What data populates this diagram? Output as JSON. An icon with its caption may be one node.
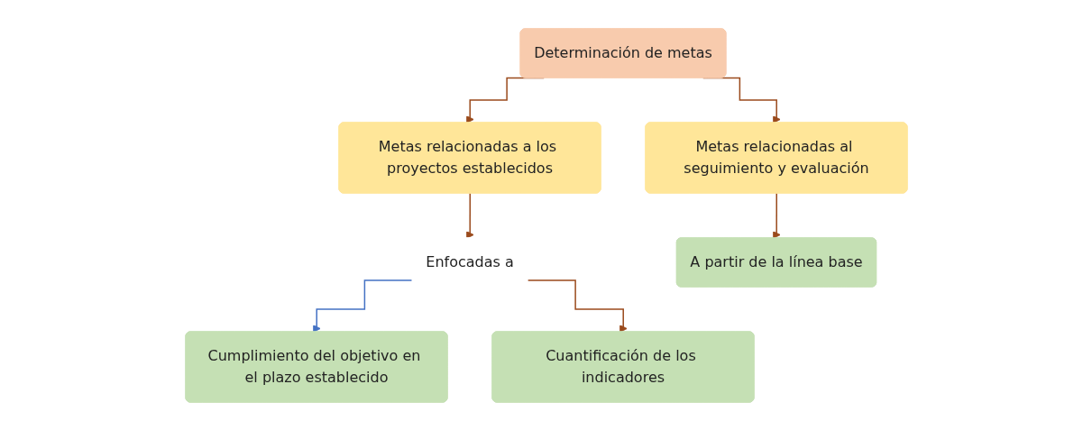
{
  "diagram": {
    "nodes": [
      {
        "text": [
          "Determinación de metas"
        ]
      },
      {
        "text": [
          "Metas relacionadas a los proyectos establecidos"
        ]
      },
      {
        "text": [
          "Metas relacionadas al seguimiento y evaluación"
        ]
      },
      {
        "text": [
          "Enfocadas a"
        ]
      },
      {
        "text": [
          "Cumplimiento del objetivo en el plazo establecido"
        ]
      },
      {
        "text": [
          "Cuantificación de los indicadores"
        ]
      },
      {
        "text": [
          "A partir de la línea base"
        ]
      }
    ],
    "edges": [
      {
        "from": 0,
        "to": 1,
        "arrow": "to"
      },
      {
        "from": 0,
        "to": 2,
        "arrow": "to"
      },
      {
        "from": 1,
        "to": 3,
        "arrow": "to"
      },
      {
        "from": 3,
        "to": 4,
        "arrow": "to",
        "color": "#4472c4"
      },
      {
        "from": 3,
        "to": 5,
        "arrow": "to"
      },
      {
        "from": 2,
        "to": 6,
        "arrow": "to"
      }
    ]
  }
}
